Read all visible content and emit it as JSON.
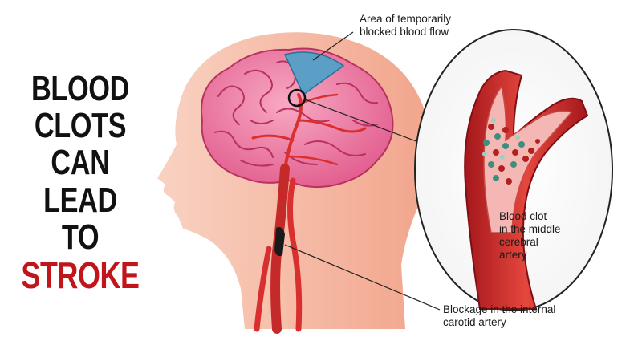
{
  "headline": {
    "lines": [
      "BLOOD",
      "CLOTS",
      "CAN LEAD",
      "TO",
      "STROKE"
    ],
    "accent_color": "#c0161b"
  },
  "labels": {
    "blocked_area": [
      "Area of temporarily",
      "blocked blood flow"
    ],
    "blood_clot": [
      "Blood clot",
      "in the middle",
      "cerebral",
      "artery"
    ],
    "carotid_blockage": [
      "Blockage in the internal",
      "carotid artery"
    ]
  },
  "colors": {
    "head_skin": "#f6b9a3",
    "brain": "#f07aa0",
    "artery": "#d9302f",
    "blocked_region": "#5b9fc7"
  }
}
